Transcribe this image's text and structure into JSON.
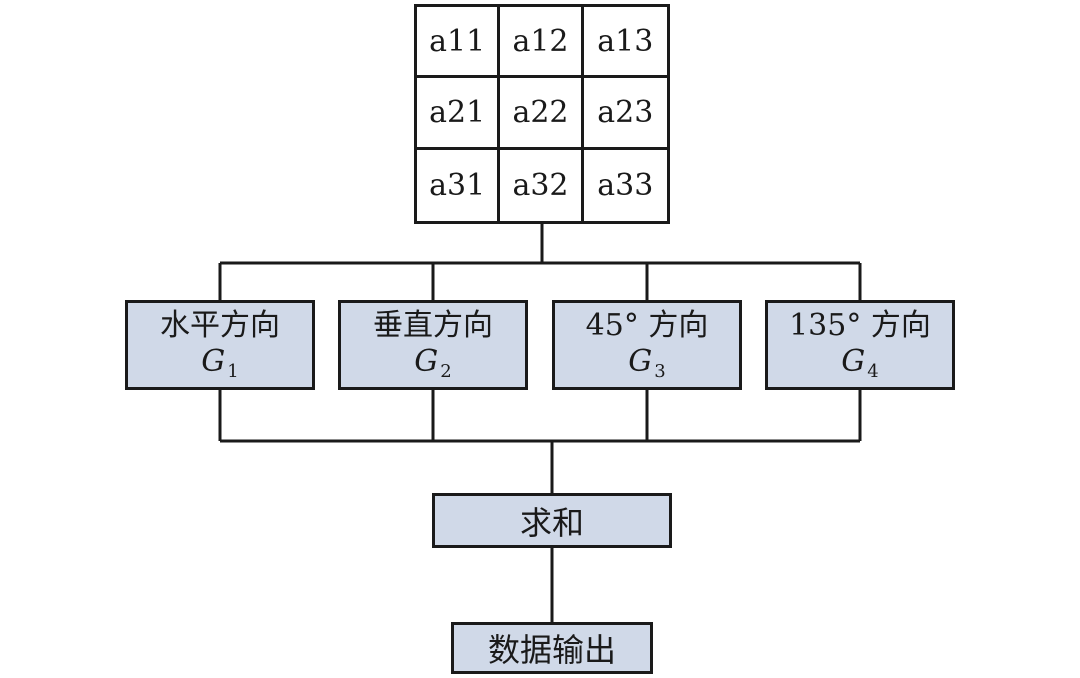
{
  "matrix": {
    "rows": [
      [
        "a11",
        "a12",
        "a13"
      ],
      [
        "a21",
        "a22",
        "a23"
      ],
      [
        "a31",
        "a32",
        "a33"
      ]
    ]
  },
  "directions": [
    {
      "label": "水平方向",
      "symbol": "G",
      "subscript": "1"
    },
    {
      "label": "垂直方向",
      "symbol": "G",
      "subscript": "2"
    },
    {
      "label": "45° 方向",
      "symbol": "G",
      "subscript": "3"
    },
    {
      "label": "135° 方向",
      "symbol": "G",
      "subscript": "4"
    }
  ],
  "sum_box": {
    "label": "求和"
  },
  "output_box": {
    "label": "数据输出"
  },
  "colors": {
    "box_fill": "#d0d9e8",
    "line": "#1a1a1a"
  }
}
